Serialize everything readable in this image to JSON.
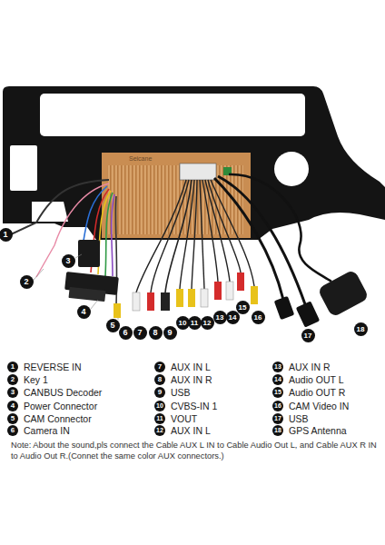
{
  "diagram": {
    "nodes": [
      {
        "text": [
          "1"
        ]
      },
      {
        "text": [
          "2"
        ]
      },
      {
        "text": [
          "3"
        ]
      },
      {
        "text": [
          "4"
        ]
      },
      {
        "text": [
          "5"
        ]
      },
      {
        "text": [
          "6"
        ]
      },
      {
        "text": [
          "7"
        ]
      },
      {
        "text": [
          "8"
        ]
      },
      {
        "text": [
          "9"
        ]
      },
      {
        "text": [
          "10"
        ]
      },
      {
        "text": [
          "11"
        ]
      },
      {
        "text": [
          "12"
        ]
      },
      {
        "text": [
          "13"
        ]
      },
      {
        "text": [
          "14"
        ]
      },
      {
        "text": [
          "15"
        ]
      },
      {
        "text": [
          "16"
        ]
      },
      {
        "text": [
          "17"
        ]
      },
      {
        "text": [
          "18"
        ]
      },
      {
        "text": [
          "1",
          "REVERSE IN"
        ]
      },
      {
        "text": [
          "2",
          "Key 1"
        ]
      },
      {
        "text": [
          "3",
          "CANBUS Decoder"
        ]
      },
      {
        "text": [
          "4",
          "Power Connector"
        ]
      },
      {
        "text": [
          "5",
          "CAM Connector"
        ]
      },
      {
        "text": [
          "6",
          "Camera IN"
        ]
      },
      {
        "text": [
          "7",
          "AUX IN L"
        ]
      },
      {
        "text": [
          "8",
          "AUX IN R"
        ]
      },
      {
        "text": [
          "9",
          "USB"
        ]
      },
      {
        "text": [
          "10",
          "CVBS-IN 1"
        ]
      },
      {
        "text": [
          "11",
          "VOUT"
        ]
      },
      {
        "text": [
          "12",
          "AUX IN L"
        ]
      },
      {
        "text": [
          "13",
          "AUX IN R"
        ]
      },
      {
        "text": [
          "14",
          "Audio OUT L"
        ]
      },
      {
        "text": [
          "15",
          "Audio OUT R"
        ]
      },
      {
        "text": [
          "16",
          "CAM Video IN"
        ]
      },
      {
        "text": [
          "17",
          "USB"
        ]
      },
      {
        "text": [
          "18",
          "GPS Antenna"
        ]
      }
    ],
    "labels": [
      "Seicane",
      "Note: About the sound,pls connect the Cable AUX L IN to Cable Audio Out L, and Cable AUX R IN to Audio Out R.(Connet the same color AUX connectors.)"
    ]
  }
}
